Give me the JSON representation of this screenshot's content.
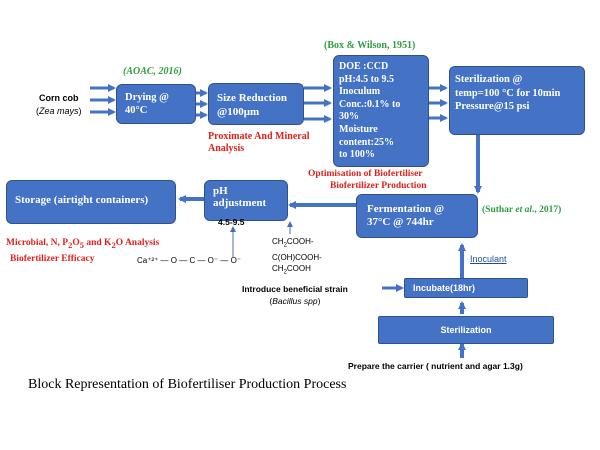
{
  "citations": {
    "aoac": "(AOAC, 2016)",
    "box_wilson": "(Box & Wilson,  1951)",
    "suthar_pre": "(Suthar ",
    "suthar_etal": "et al",
    "suthar_post": "., 2017)"
  },
  "inputs": {
    "corn_cob": "Corn cob",
    "zea_mays": "Zea mays"
  },
  "boxes": {
    "drying": [
      "Drying @",
      "40°C"
    ],
    "size_reduction": [
      "Size Reduction",
      "@100μm"
    ],
    "doe": [
      "DOE :CCD",
      "pH:4.5 to 9.5",
      "Inoculum",
      "Conc.:0.1% to",
      "30%",
      "Moisture",
      "content:25%",
      "to 100%"
    ],
    "sterilization_top": [
      "Sterilization @",
      "temp=100 °C for 10min",
      "Pressure@15 psi"
    ],
    "fermentation": [
      "Fermentation @",
      "37°C @ 744hr"
    ],
    "ph_adjust": [
      "pH",
      "adjustment"
    ],
    "storage": "Storage (airtight containers)",
    "incubate": "Incubate(18hr)",
    "sterilization_bottom": "Sterilization"
  },
  "ph_range": "4.5-9.5",
  "notes": {
    "proximate": [
      "Proximate And Mineral",
      "Analysis"
    ],
    "optimisation": [
      "Optimisation of Biofertiliser",
      "Biofertilizer Production"
    ],
    "microbial_pre": "Microbial, N, P",
    "microbial_mid1": ", P",
    "microbial_mid2": "O",
    "microbial_post": " and K",
    "microbial_end": "O Analysis",
    "sub2": "2",
    "sub5": "5",
    "efficacy": "Biofertilizer  Efficacy"
  },
  "citrate_formula": [
    "CH",
    "COOH-",
    "C(OH)COOH-",
    "CH",
    "COOH"
  ],
  "calcium_formula": "Ca⁺²⁺ — O — C — O⁻ — O⁻",
  "inoculant": "Inoculant",
  "introduce_strain": "Introduce beneficial strain",
  "bacillus": "Bacillus spp",
  "prepare_carrier": "Prepare the carrier ( nutrient  and agar 1.3g)",
  "caption": "Block Representation of  Biofertiliser Production Process",
  "colors": {
    "box_fill": "#4472c4",
    "arrow": "#4472c4",
    "citation": "#2e9e3f",
    "note": "#e0211b",
    "link": "#1f4e9c"
  }
}
